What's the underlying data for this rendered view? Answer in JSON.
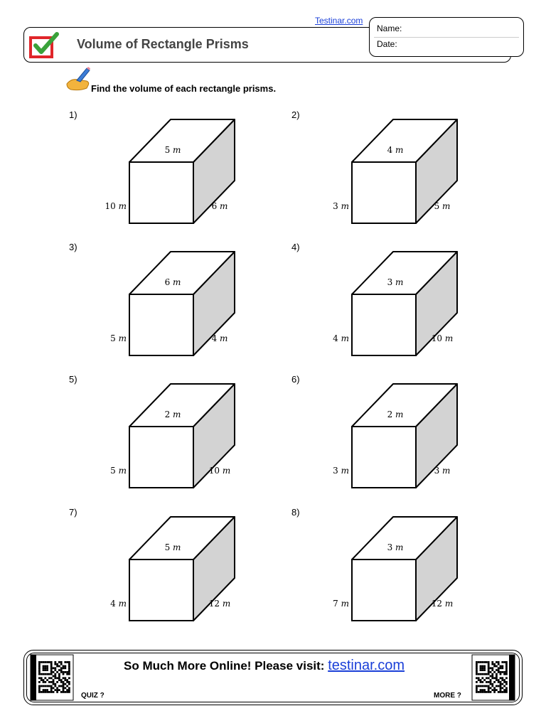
{
  "header": {
    "site_link": "Testinar.com",
    "title": "Volume of Rectangle Prisms",
    "name_label": "Name:",
    "date_label": "Date:"
  },
  "instruction": "Find the volume of each rectangle prisms.",
  "problems": [
    {
      "number": "1)",
      "top": "5",
      "left": "10",
      "right": "6",
      "unit": "m"
    },
    {
      "number": "2)",
      "top": "4",
      "left": "3",
      "right": "5",
      "unit": "m"
    },
    {
      "number": "3)",
      "top": "6",
      "left": "5",
      "right": "4",
      "unit": "m"
    },
    {
      "number": "4)",
      "top": "3",
      "left": "4",
      "right": "10",
      "unit": "m"
    },
    {
      "number": "5)",
      "top": "2",
      "left": "5",
      "right": "10",
      "unit": "m"
    },
    {
      "number": "6)",
      "top": "2",
      "left": "3",
      "right": "3",
      "unit": "m"
    },
    {
      "number": "7)",
      "top": "5",
      "left": "4",
      "right": "12",
      "unit": "m"
    },
    {
      "number": "8)",
      "top": "3",
      "left": "7",
      "right": "12",
      "unit": "m"
    }
  ],
  "footer": {
    "promo_text": "So Much More Online! Please visit: ",
    "promo_link": "testinar.com",
    "quiz_label": "QUIZ ?",
    "more_label": "MORE ?"
  },
  "colors": {
    "link": "#1a3fd8",
    "logo_frame": "#e0262a",
    "logo_check": "#3aa23a",
    "side_face": "#d3d3d3"
  },
  "icons": [
    "checkmark-logo-icon",
    "writing-hand-icon",
    "qr-code-icon"
  ]
}
